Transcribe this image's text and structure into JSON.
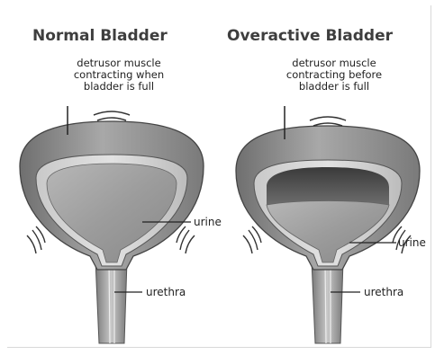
{
  "panels": {
    "normal": {
      "title": "Normal Bladder",
      "caption_lines": [
        "detrusor muscle",
        "contracting when",
        "bladder is full"
      ],
      "urine_label": "urine",
      "urethra_label": "urethra"
    },
    "overactive": {
      "title": "Overactive Bladder",
      "caption_lines": [
        "detrusor muscle",
        "contracting before",
        "bladder  is full"
      ],
      "urine_label": "urine",
      "urethra_label": "urethra"
    }
  },
  "colors": {
    "wall_outer": "#8a8a8a",
    "wall_inner": "#bdbdbd",
    "urine": "#a9a9a9",
    "cavity_dark": "#5a5a5a",
    "text": "#222222"
  }
}
